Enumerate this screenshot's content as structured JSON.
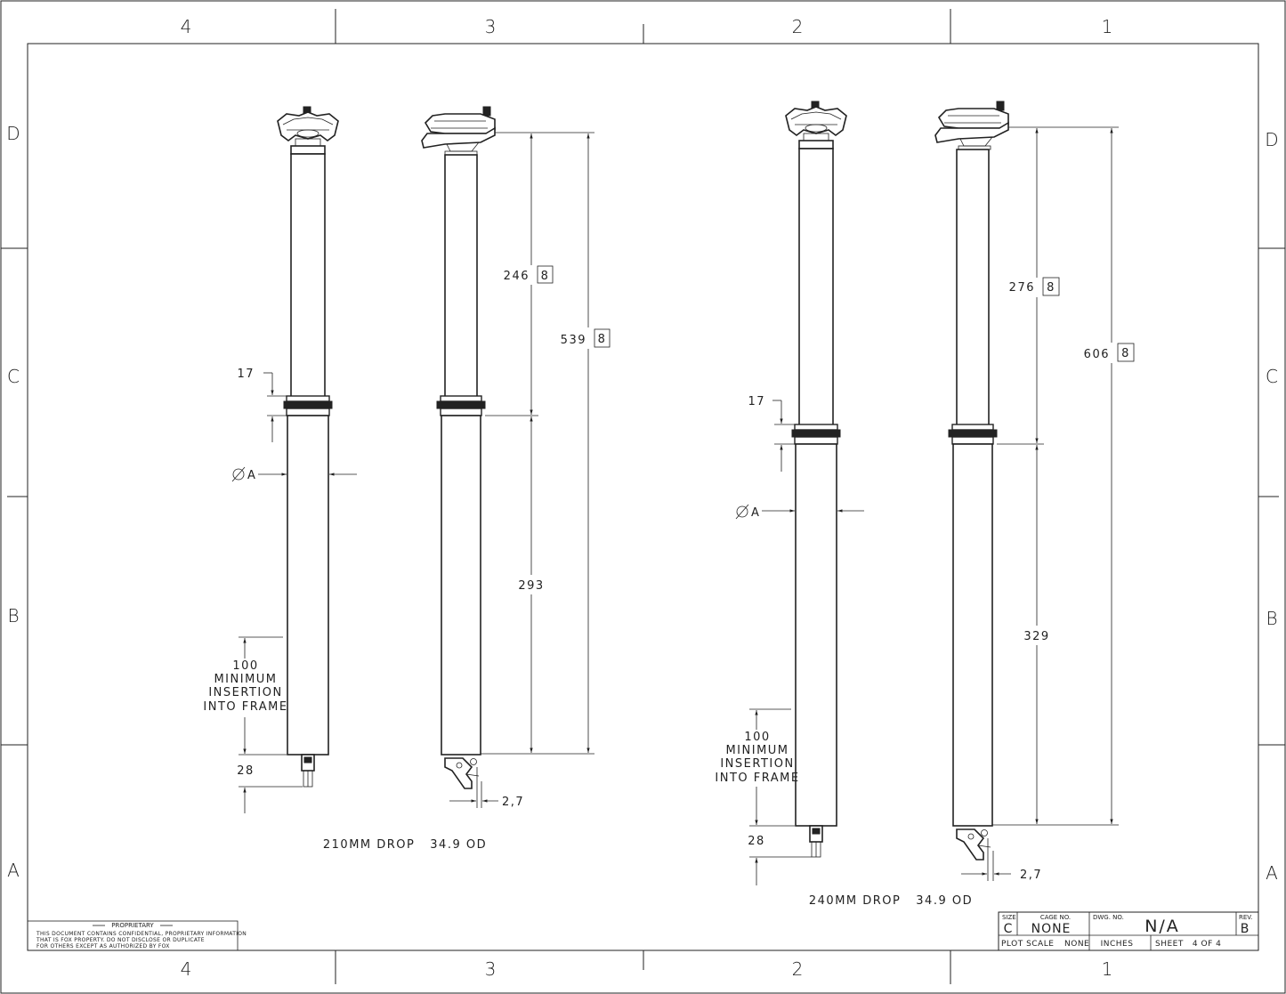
{
  "border": {
    "columns": [
      "4",
      "3",
      "2",
      "1"
    ],
    "rows": [
      "D",
      "C",
      "B",
      "A"
    ]
  },
  "left_assembly": {
    "caption": "210MM DROP   34.9 OD",
    "front": {
      "dim_17": "17",
      "dim_diameter": "A",
      "dim_insertion": [
        "100",
        "MINIMUM",
        "INSERTION",
        "INTO FRAME"
      ],
      "dim_28": "28"
    },
    "side": {
      "dim_upper": "246",
      "dim_upper_tag": "8",
      "dim_total": "539",
      "dim_total_tag": "8",
      "dim_lower": "293",
      "dim_offset": "2,7"
    }
  },
  "right_assembly": {
    "caption": "240MM DROP   34.9 OD",
    "front": {
      "dim_17": "17",
      "dim_diameter": "A",
      "dim_insertion": [
        "100",
        "MINIMUM",
        "INSERTION",
        "INTO FRAME"
      ],
      "dim_28": "28"
    },
    "side": {
      "dim_upper": "276",
      "dim_upper_tag": "8",
      "dim_total": "606",
      "dim_total_tag": "8",
      "dim_lower": "329",
      "dim_offset": "2,7"
    }
  },
  "proprietary": {
    "heading": "PROPRIETARY",
    "lines": [
      "THIS DOCUMENT CONTAINS CONFIDENTIAL, PROPRIETARY INFORMATION",
      "THAT IS FOX PROPERTY.  DO NOT DISCLOSE OR DUPLICATE",
      "FOR OTHERS EXCEPT AS AUTHORIZED BY FOX"
    ]
  },
  "title_block": {
    "size_label": "SIZE",
    "size_value": "C",
    "cage_label": "CAGE NO.",
    "cage_value": "NONE",
    "dwg_label": "DWG. NO.",
    "dwg_value": "N/A",
    "rev_label": "REV.",
    "rev_value": "B",
    "plot_scale_label": "PLOT SCALE",
    "plot_scale_value": "NONE",
    "units": "INCHES",
    "sheet": "SHEET   4 OF 4"
  }
}
